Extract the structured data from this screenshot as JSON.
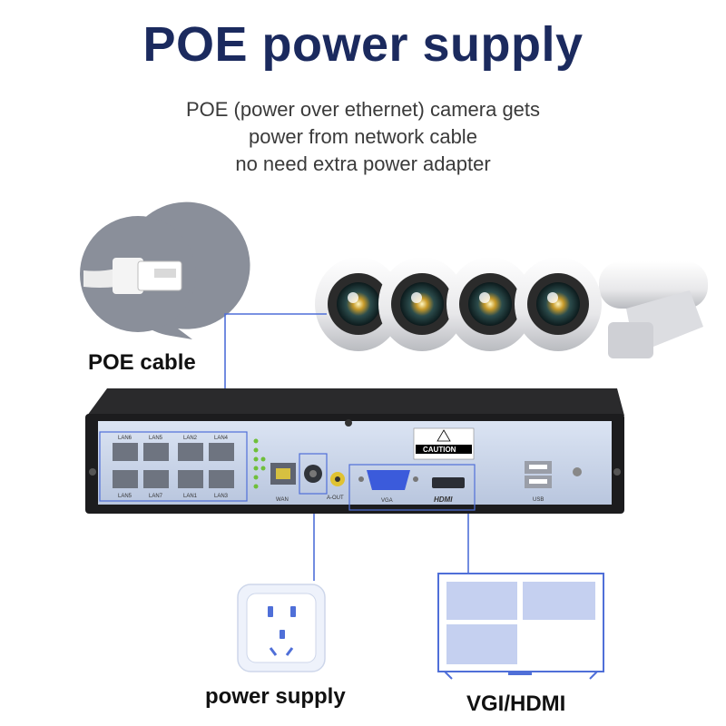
{
  "title": "POE power supply",
  "subtitle_lines": [
    "POE (power over ethernet) camera gets",
    "power from network cable",
    "no need extra power adapter"
  ],
  "labels": {
    "poe_cable": "POE cable",
    "power_supply": "power supply",
    "vgi_hdmi": "VGI/HDMI"
  },
  "nvr_panel": {
    "lan_top": [
      "LAN6",
      "LAN5",
      "LAN2",
      "LAN4"
    ],
    "lan_bottom": [
      "LAN5",
      "LAN7",
      "LAN1",
      "LAN3"
    ],
    "wan": "WAN",
    "aout": "A-OUT",
    "vga": "VGA",
    "hdmi": "HDMI",
    "usb": "USB",
    "caution": "CAUTION"
  },
  "colors": {
    "title": "#1b2a5e",
    "connector_line": "#4f6fd8",
    "highlight": "#3b5bdb",
    "panel": "#cfd9ec",
    "chassis": "#1c1c1e"
  },
  "icons": {
    "cable_bubble": "ethernet-plug-icon",
    "outlet": "power-outlet-icon",
    "monitor": "split-screen-monitor-icon",
    "camera": "bullet-camera-icon"
  }
}
